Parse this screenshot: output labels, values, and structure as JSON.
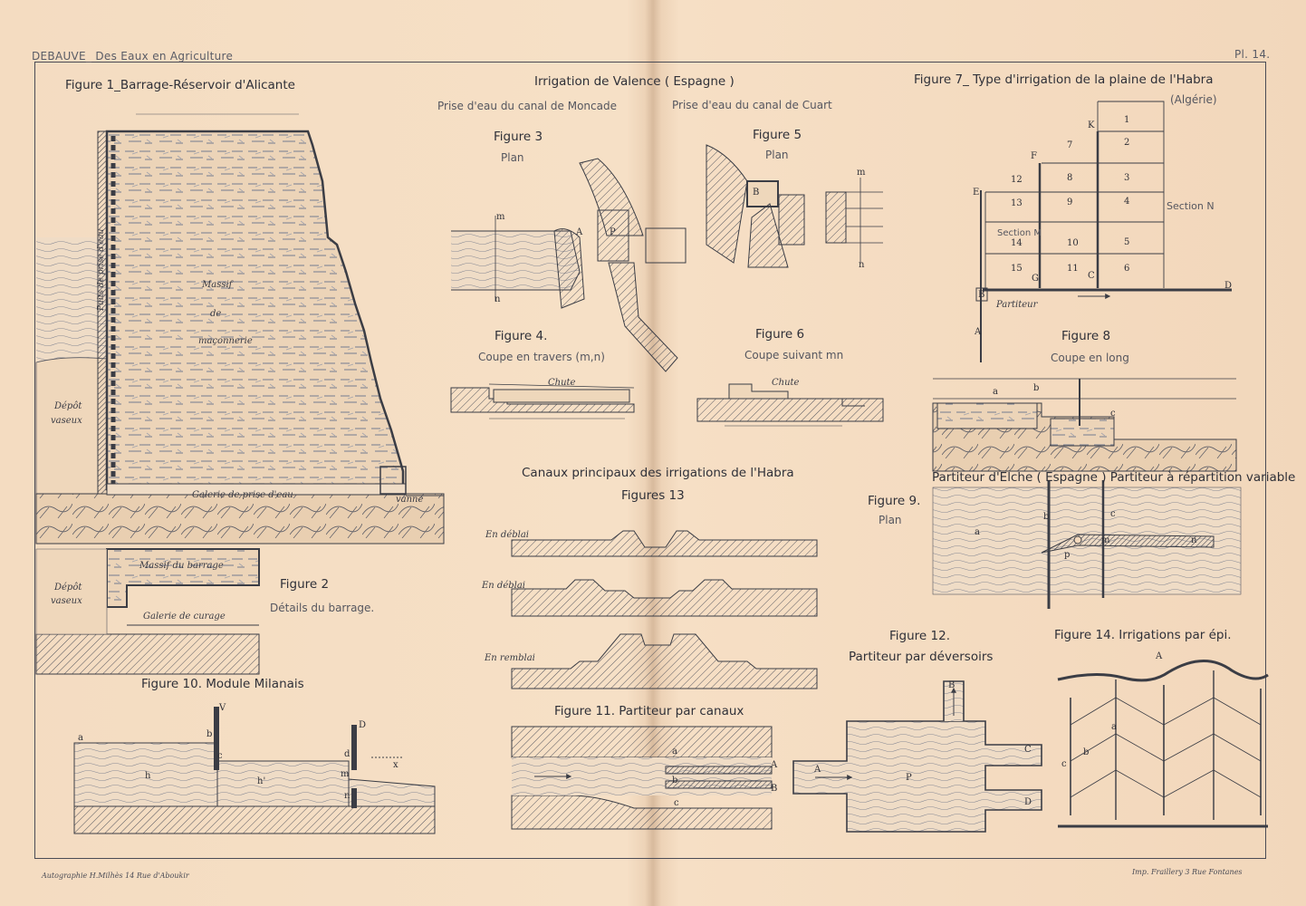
{
  "header": {
    "left": "DEBAUVE_ Des Eaux en Agriculture",
    "right": "Pl. 14."
  },
  "footer": {
    "left": "Autographie H.Milhès 14 Rue d'Aboukir",
    "right": "Imp. Fraillery 3 Rue Fontanes"
  },
  "fig1": {
    "title": "Figure 1_Barrage-Réservoir d'Alicante",
    "massif": [
      "Massif",
      "de",
      "maçonnerie"
    ],
    "depot": [
      "Dépôt",
      "vaseux"
    ],
    "galerie": "Galerie de prise d'eau",
    "vanne": "vanne",
    "puits": "Puits de prise d'eau"
  },
  "fig2": {
    "title": "Figure 2",
    "subtitle": "Détails du barrage.",
    "massif": "Massif du barrage",
    "galerie": "Galerie de curage",
    "depot": [
      "Dépôt",
      "vaseux"
    ]
  },
  "valence": {
    "title": "Irrigation de Valence ( Espagne )",
    "left": "Prise d'eau du canal de Moncade",
    "right": "Prise d'eau du canal de Cuart"
  },
  "fig3": {
    "title": "Figure 3",
    "subtitle": "Plan",
    "labels": [
      "m",
      "n",
      "A",
      "P"
    ]
  },
  "fig4": {
    "title": "Figure 4.",
    "subtitle": "Coupe en travers (m,n)",
    "chute": "Chute"
  },
  "fig5": {
    "title": "Figure 5",
    "subtitle": "Plan",
    "labels": [
      "m",
      "n",
      "B"
    ]
  },
  "fig6": {
    "title": "Figure 6",
    "subtitle": "Coupe suivant mn",
    "chute": "Chute"
  },
  "fig7": {
    "title": "Figure 7_ Type d'irrigation de la plaine de l'Habra",
    "subtitle": "(Algérie)",
    "sectionN": "Section N",
    "sectionM": "Section M",
    "partiteur": "Partiteur",
    "cells": [
      "1",
      "2",
      "3",
      "4",
      "5",
      "6",
      "7",
      "8",
      "9",
      "10",
      "11",
      "12",
      "13",
      "14",
      "15"
    ],
    "letters": [
      "K",
      "F",
      "E",
      "A",
      "B",
      "C",
      "G",
      "D"
    ]
  },
  "fig8": {
    "title": "Figure 8",
    "subtitle": "Coupe en long",
    "labels": [
      "a",
      "b",
      "c"
    ]
  },
  "fig9": {
    "title": "Figure 9.",
    "subtitle": "Plan",
    "heading": "Partiteur d'Elche ( Espagne ) Partiteur à répartition variable",
    "labels": [
      "a",
      "b",
      "c",
      "m",
      "n",
      "p"
    ]
  },
  "fig10": {
    "title": "Figure 10. Module Milanais",
    "labels": [
      "V",
      "D",
      "a",
      "b",
      "c",
      "d",
      "h",
      "h'",
      "m",
      "n",
      "x"
    ]
  },
  "fig11": {
    "title": "Figure 11. Partiteur par canaux",
    "labels": [
      "a",
      "b",
      "c",
      "A",
      "B"
    ]
  },
  "fig12": {
    "title": "Figure 12.",
    "subtitle": "Partiteur par déversoirs",
    "labels": [
      "A",
      "B",
      "C",
      "D",
      "P"
    ]
  },
  "fig13": {
    "title": "Canaux principaux des irrigations de l'Habra",
    "subtitle": "Figures 13",
    "rows": [
      "En déblai",
      "En déblai",
      "En remblai"
    ]
  },
  "fig14": {
    "title": "Figure 14. Irrigations par épi.",
    "labels": [
      "A",
      "a",
      "b",
      "c"
    ]
  },
  "colors": {
    "ink": "#3b3d45",
    "paper": "#f3d9bd",
    "water": "#e8d3bb"
  }
}
